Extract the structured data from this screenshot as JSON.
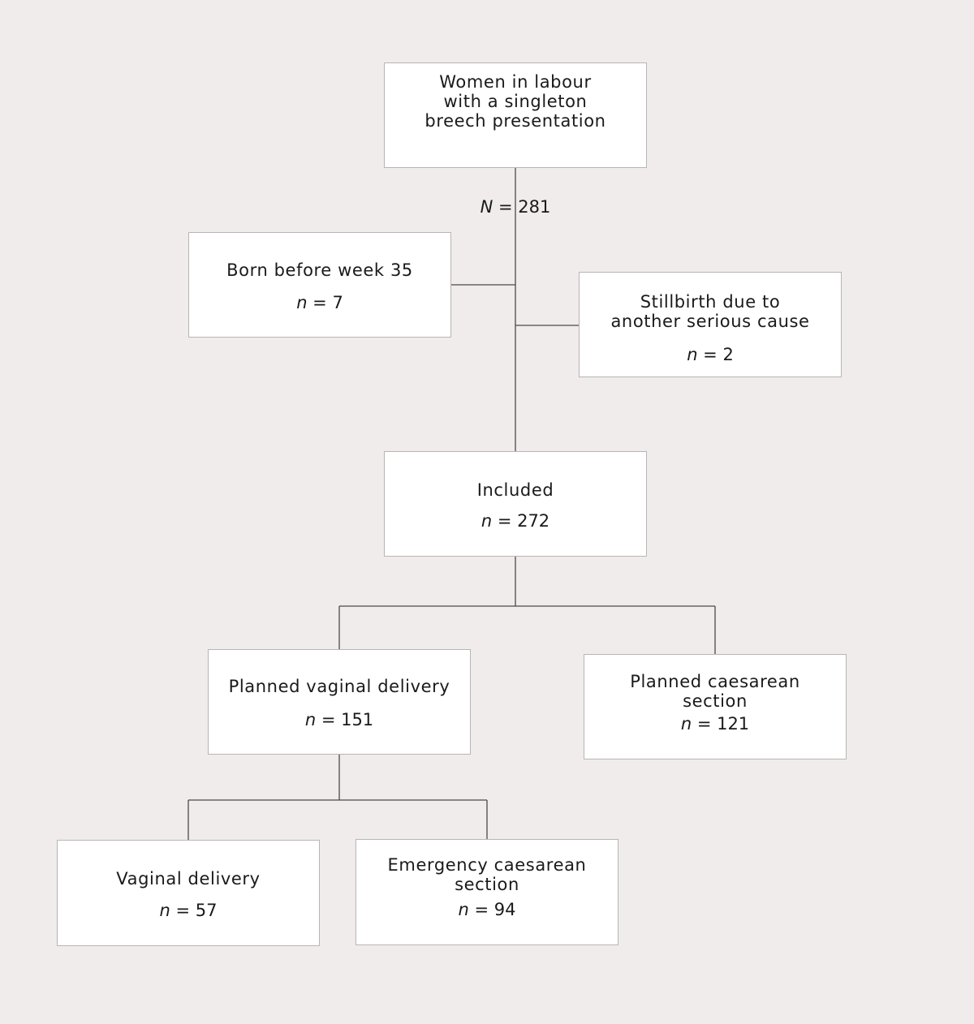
{
  "nodes": {
    "total": {
      "label": "Women in labour\nwith a singleton\nbreech presentation",
      "count_symbol": "N",
      "count_text": " = 281"
    },
    "preterm": {
      "label": "Born before week 35",
      "count_symbol": "n",
      "count_text": " = 7"
    },
    "stillbirth": {
      "label": "Stillbirth due to\nanother serious cause",
      "count_symbol": "n",
      "count_text": " = 2"
    },
    "included": {
      "label": "Included",
      "count_symbol": "n",
      "count_text": " = 272"
    },
    "planned_vaginal": {
      "label": "Planned vaginal delivery",
      "count_symbol": "n",
      "count_text": " = 151"
    },
    "planned_cs": {
      "label": "Planned caesarean\nsection",
      "count_symbol": "n",
      "count_text": " = 121"
    },
    "vaginal": {
      "label": "Vaginal delivery",
      "count_symbol": "n",
      "count_text": " = 57"
    },
    "emergency_cs": {
      "label": "Emergency caesarean\nsection",
      "count_symbol": "n",
      "count_text": " = 94"
    }
  },
  "colors": {
    "background": "#f0eceb",
    "box_fill": "#ffffff",
    "box_border": "#b9b5b3",
    "connector": "#4a4a4a"
  }
}
